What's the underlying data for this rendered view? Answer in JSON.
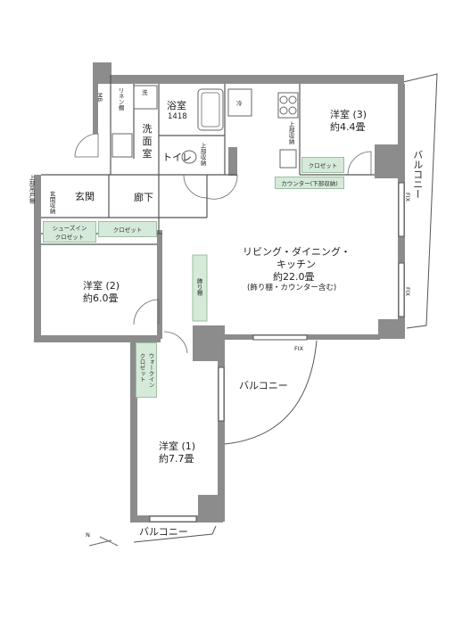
{
  "rooms": {
    "bath_label": "浴室",
    "bath_size": "1418",
    "washroom": "洗面室",
    "toilet": "トイレ",
    "entrance": "玄関",
    "hallway": "廊下",
    "ldk_line1": "リビング・ダイニング・",
    "ldk_line2": "キッチン",
    "ldk_area": "約22.0畳",
    "ldk_note": "(飾り棚・カウンター含む)",
    "room1_name": "洋室 (1)",
    "room1_area": "約7.7畳",
    "room2_name": "洋室 (2)",
    "room2_area": "約6.0畳",
    "room3_name": "洋室 (3)",
    "room3_area": "約4.4畳"
  },
  "storage": {
    "linen": "リネン棚",
    "mb": "MB",
    "shoes_in_closet": "シューズイン\nクロゼット",
    "closet": "クロゼット",
    "closet_r3": "クロゼット",
    "walk_in": "ウォークイン\nクロゼット",
    "genkan_storage": "玄関収納",
    "upper_storage_toilet": "上部収納",
    "upper_storage_kitchen": "上部収納",
    "counter": "カウンター(下部収納)",
    "display_shelf": "飾り棚",
    "ceiling_bulkhead": "上部吊戸棚"
  },
  "balconies": {
    "east": "バルコニー",
    "south": "バルコニー",
    "bottom": "バルコニー"
  },
  "marks": {
    "fix": "FIX",
    "wash": "洗",
    "cold": "冷",
    "north": "N"
  }
}
